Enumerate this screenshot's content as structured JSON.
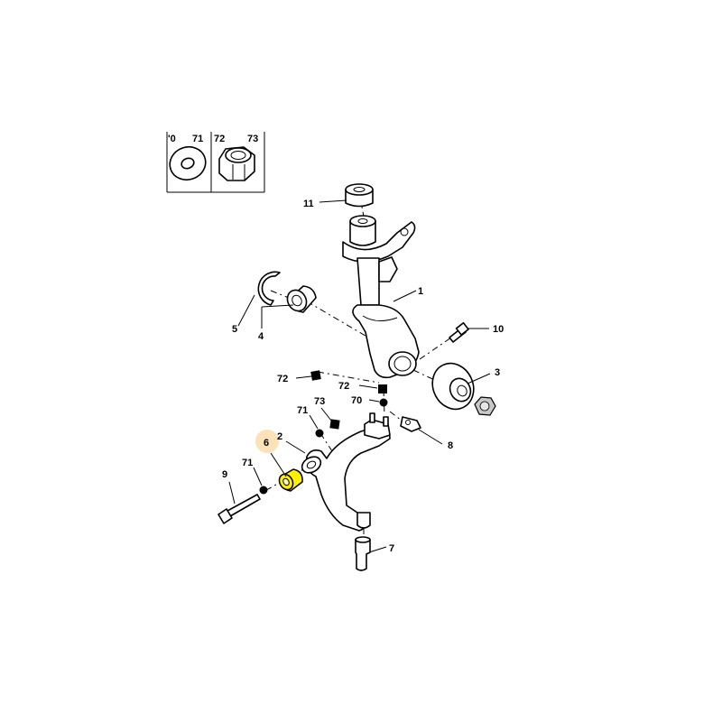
{
  "diagram": {
    "inset_labels": {
      "washer_partial": "'0",
      "washer": "71",
      "nut_left": "72",
      "nut_right": "73"
    },
    "callouts": {
      "c1": "1",
      "c2": "2",
      "c3": "3",
      "c4": "4",
      "c5": "5",
      "c6": "6",
      "c7": "7",
      "c8": "8",
      "c9": "9",
      "c10": "10",
      "c11": "11",
      "c70": "70",
      "c71a": "71",
      "c71b": "71",
      "c72a": "72",
      "c72b": "72",
      "c73": "73"
    },
    "colors": {
      "highlight_fill": "#ffef00",
      "highlight_badge": "#fde1b8",
      "nut_gray": "#c8c8c8"
    }
  }
}
